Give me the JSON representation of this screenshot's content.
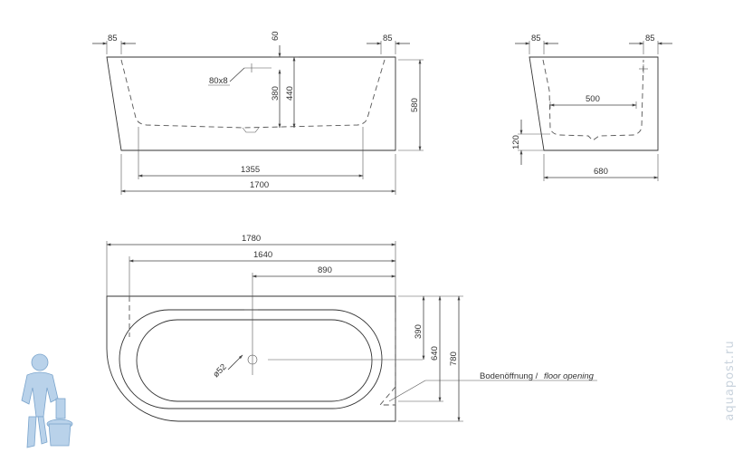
{
  "front_view": {
    "top_left_85": "85",
    "top_right_85": "85",
    "top_60": "60",
    "overflow_80x8": "80x8",
    "depth_380": "380",
    "depth_440": "440",
    "height_580": "580",
    "bottom_1355": "1355",
    "bottom_1700": "1700"
  },
  "side_view": {
    "top_left_85": "85",
    "top_right_85": "85",
    "inner_500": "500",
    "base_120": "120",
    "bottom_680": "680"
  },
  "top_view": {
    "length_1780": "1780",
    "length_1640": "1640",
    "length_890": "890",
    "width_390": "390",
    "width_640": "640",
    "width_780": "780",
    "drain_d52": "ø52",
    "floor_opening_de": "Bodenöffnung /",
    "floor_opening_en": "floor opening"
  },
  "watermark": "aquapost.ru",
  "colors": {
    "line": "#444444",
    "text": "#333333",
    "watermark": "#c9d3dd",
    "logo": "#b9d2ea"
  }
}
